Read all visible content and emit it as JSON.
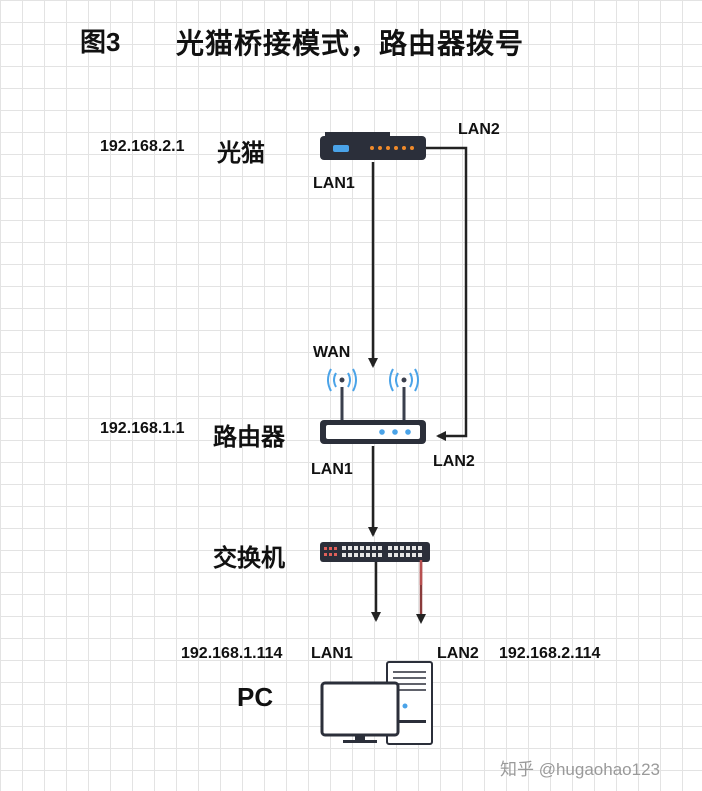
{
  "diagram": {
    "figure_label": "图3",
    "title": "光猫桥接模式，路由器拨号",
    "modem": {
      "name": "光猫",
      "ip": "192.168.2.1",
      "lan1": "LAN1",
      "lan2": "LAN2"
    },
    "router": {
      "name": "路由器",
      "ip": "192.168.1.1",
      "wan": "WAN",
      "lan1": "LAN1",
      "lan2": "LAN2"
    },
    "switch": {
      "name": "交换机"
    },
    "pc": {
      "name": "PC",
      "lan1": "LAN1",
      "lan1_ip": "192.168.1.114",
      "lan2": "LAN2",
      "lan2_ip": "192.168.2.114"
    }
  },
  "watermark": "知乎 @hugaohao123"
}
